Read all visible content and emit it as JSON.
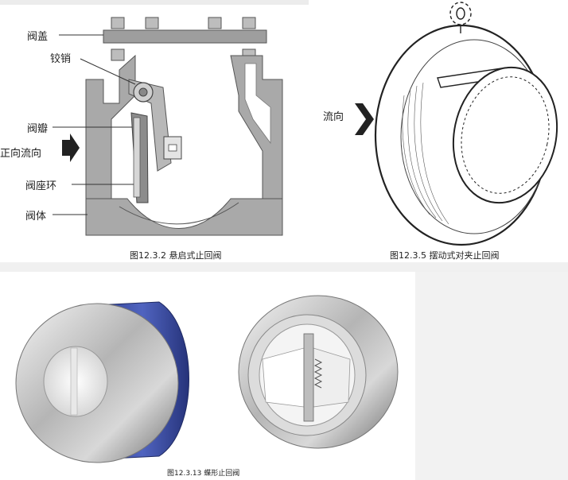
{
  "figures": [
    {
      "caption": "图12.3.2 悬启式止回阀",
      "labels": {
        "bonnet": "阀盖",
        "hinge_pin": "铰销",
        "disc": "阀瓣",
        "forward_flow": "正向流向",
        "seat_ring": "阀座环",
        "body": "阀体"
      }
    },
    {
      "caption": "图12.3.5 摆动式对夹止回阀",
      "labels": {
        "flow": "流向"
      }
    },
    {
      "caption": "图12.3.13 蝶形止回阀"
    }
  ],
  "colors": {
    "metal": "#a9a9a9",
    "metal_dark": "#6e6e6e",
    "blue_band": "#3b4ea3",
    "panel_bg": "#f2f2f2"
  }
}
